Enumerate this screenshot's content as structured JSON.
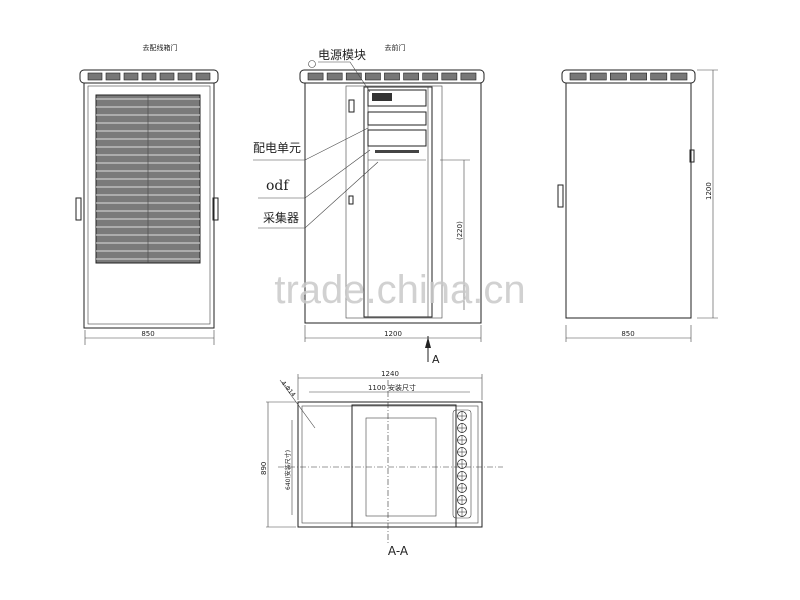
{
  "views": {
    "left": {
      "title": "去配线箱门",
      "width_dim": "850"
    },
    "front": {
      "title": "去前门",
      "width_dim": "1200",
      "section_marker": "A",
      "callouts": [
        "电源模块",
        "配电单元",
        "odf",
        "采集器"
      ],
      "inner_dim": "(220)"
    },
    "right": {
      "height_dim": "1200",
      "width_dim": "850"
    },
    "plan": {
      "title": "A-A",
      "outer_width": "1240",
      "mount_width": "1100 安装尺寸",
      "depth": "890",
      "mount_depth": "640(安装尺寸)",
      "holes": "4-Φ14"
    }
  },
  "watermark": "trade.china.cn",
  "colors": {
    "line": "#222222",
    "louver": "#6e6e6e",
    "watermark": "#c9c9c9"
  }
}
